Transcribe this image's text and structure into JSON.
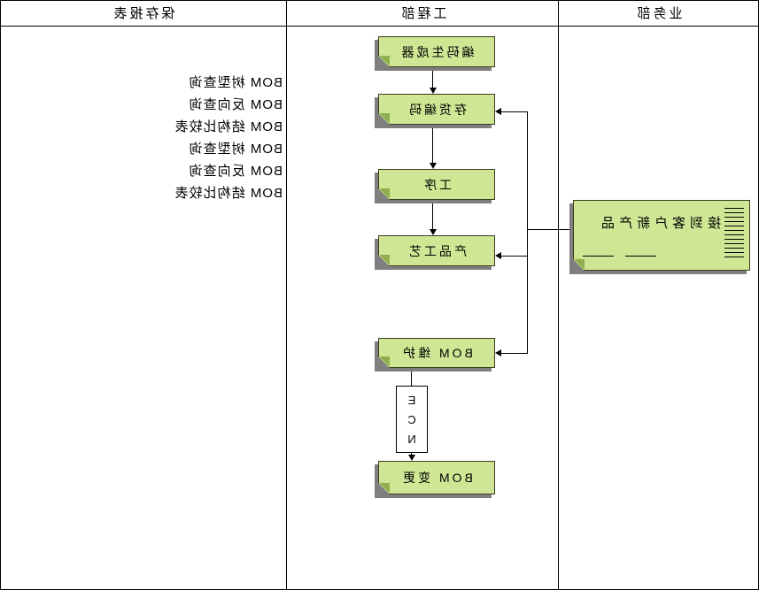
{
  "diagram": {
    "lanes": [
      {
        "label": "业务部"
      },
      {
        "label": "工程部"
      },
      {
        "label": "保存报表"
      }
    ],
    "business_box": {
      "label": "接到客户新产品"
    },
    "flow_boxes": [
      {
        "label": "编码生成器"
      },
      {
        "label": "存货编码"
      },
      {
        "label": "工序"
      },
      {
        "label": "产品工艺"
      },
      {
        "label": "BOM 维护"
      },
      {
        "label": "BOM 变更"
      }
    ],
    "ecn_letters": [
      "E",
      "C",
      "N"
    ],
    "reports": [
      "BOM 树型查询",
      "BOM 反向查询",
      "BOM 结构比较表",
      "BOM 树型查询",
      "BOM 反向查询",
      "BOM 结构比较表"
    ],
    "colors": {
      "card_fill": "#cfe795",
      "card_border": "#3b3b20",
      "card_shadow": "#7f7f7f",
      "card_fold": "#8fae4f",
      "line": "#000000",
      "background": "#ffffff"
    }
  }
}
